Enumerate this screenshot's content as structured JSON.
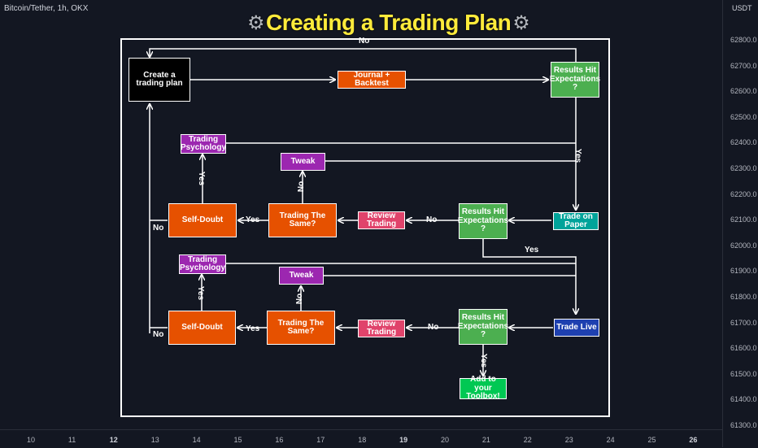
{
  "header": {
    "symbol": "Bitcoin/Tether, 1h, OKX",
    "currency": "USDT"
  },
  "title": {
    "text": "Creating a Trading Plan",
    "icon": "gear-icon"
  },
  "nodes": {
    "create_plan": "Create a trading plan",
    "journal": "Journal + Backtest",
    "results_top": "Results Hit Expectations ?",
    "psych1": "Trading Psychology",
    "tweak1": "Tweak",
    "selfdoubt1": "Self-Doubt",
    "same1": "Trading The Same?",
    "review1": "Review Trading",
    "results_mid": "Results Hit Expectations ?",
    "paper": "Trade on Paper",
    "psych2": "Trading Psychology",
    "tweak2": "Tweak",
    "selfdoubt2": "Self-Doubt",
    "same2": "Trading The Same?",
    "review2": "Review Trading",
    "results_low": "Results Hit Expectations ?",
    "live": "Trade Live",
    "toolbox": "Add to your Toolbox!"
  },
  "labels": {
    "no_top": "No",
    "yes_right": "Yes",
    "yes_psych1": "Yes",
    "no_tweak1": "No",
    "yes_same1": "Yes",
    "no_review1": "No",
    "no_left1": "No",
    "yes_mid": "Yes",
    "yes_psych2": "Yes",
    "no_tweak2": "No",
    "yes_same2": "Yes",
    "no_review2": "No",
    "no_left2": "No",
    "yes_toolbox": "Yes"
  },
  "price_axis": [
    "62800.0",
    "62700.0",
    "62600.0",
    "62500.0",
    "62400.0",
    "62300.0",
    "62200.0",
    "62100.0",
    "62000.0",
    "61900.0",
    "61800.0",
    "61700.0",
    "61600.0",
    "61500.0",
    "61400.0",
    "61300.0"
  ],
  "time_axis": [
    {
      "label": "10",
      "bold": false
    },
    {
      "label": "11",
      "bold": false
    },
    {
      "label": "12",
      "bold": true
    },
    {
      "label": "13",
      "bold": false
    },
    {
      "label": "14",
      "bold": false
    },
    {
      "label": "15",
      "bold": false
    },
    {
      "label": "16",
      "bold": false
    },
    {
      "label": "17",
      "bold": false
    },
    {
      "label": "18",
      "bold": false
    },
    {
      "label": "19",
      "bold": true
    },
    {
      "label": "20",
      "bold": false
    },
    {
      "label": "21",
      "bold": false
    },
    {
      "label": "22",
      "bold": false
    },
    {
      "label": "23",
      "bold": false
    },
    {
      "label": "24",
      "bold": false
    },
    {
      "label": "25",
      "bold": false
    },
    {
      "label": "26",
      "bold": true
    }
  ]
}
